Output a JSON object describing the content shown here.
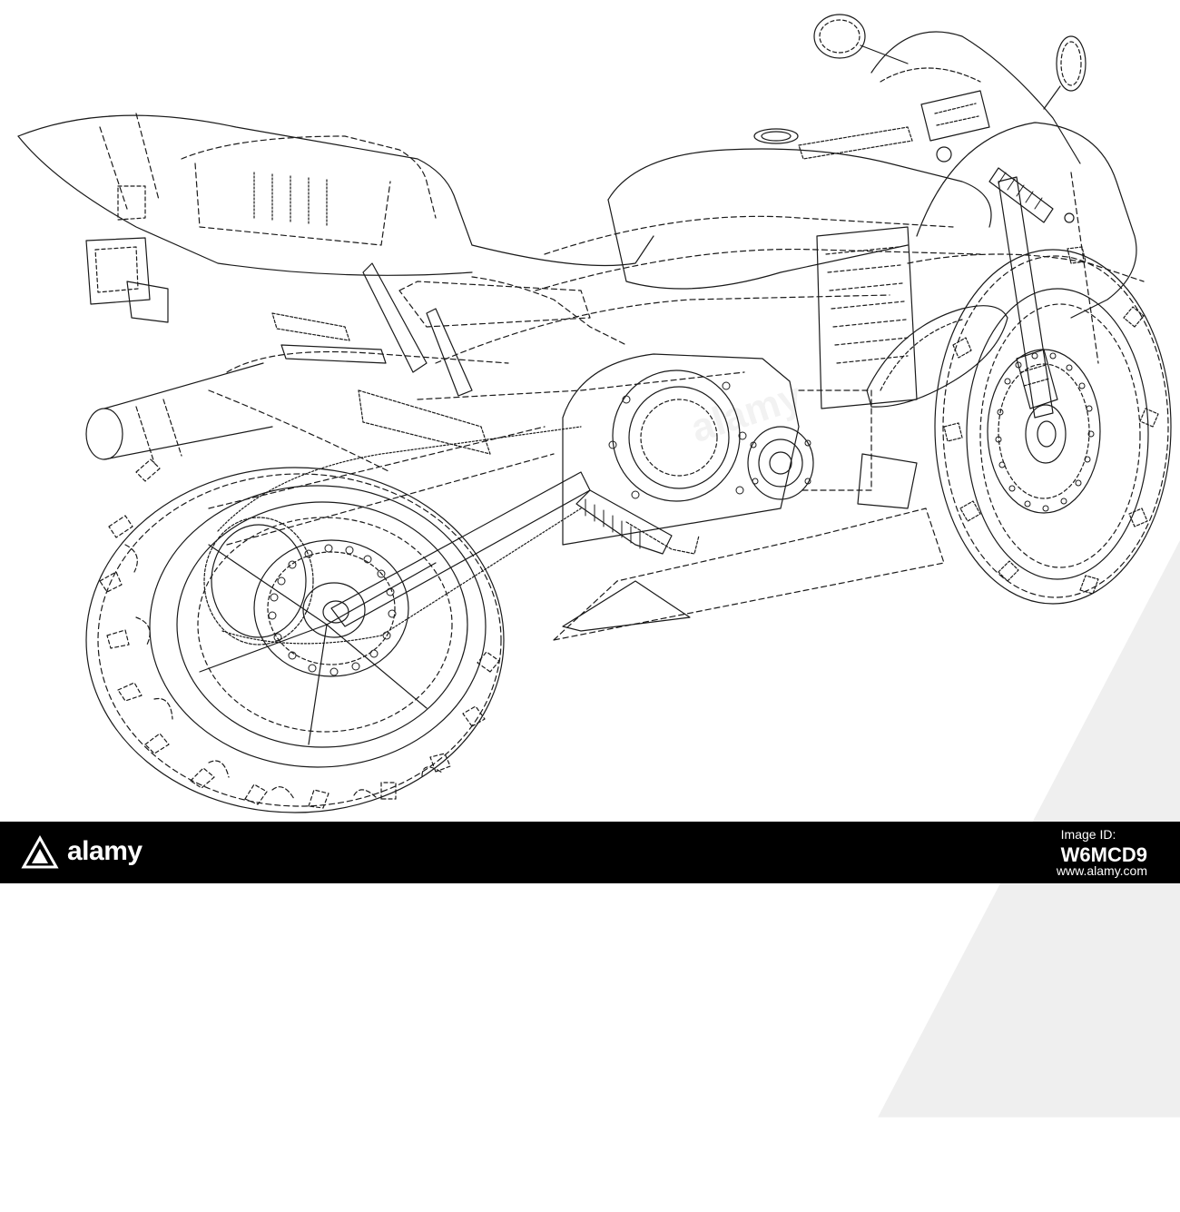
{
  "watermark": {
    "brand": "alamy",
    "image_id_label": "Image ID:",
    "image_id": "W6MCD9",
    "site": "www.alamy.com"
  },
  "colors": {
    "background": "#ffffff",
    "line": "#1a1a1a",
    "footer": "#000000",
    "footer_text": "#ffffff"
  },
  "icons": {
    "brand_mark": "alamy-logo-icon"
  }
}
